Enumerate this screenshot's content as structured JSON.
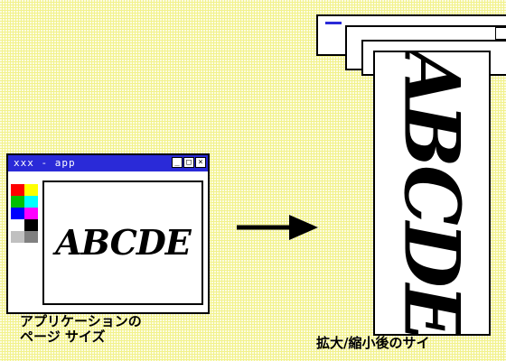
{
  "small_window": {
    "title": "xxx - app",
    "buttons": {
      "minimize": "_",
      "maximize": "□",
      "close": "×"
    },
    "canvas_text": "ABCDE",
    "palette_colors": [
      "#ff0000",
      "#ffff00",
      "#00c000",
      "#00ffff",
      "#0000ff",
      "#ff00ff",
      "#ffffff",
      "#000000",
      "#c0c0c0",
      "#808080"
    ]
  },
  "captions": {
    "left": "アプリケーションの\nページ サイズ",
    "right": "拡大/縮小後のサイ"
  },
  "large_window": {
    "canvas_text": "ABCDE"
  },
  "colors": {
    "background": "#f2f28c",
    "titlebar": "#2a2ad8"
  }
}
